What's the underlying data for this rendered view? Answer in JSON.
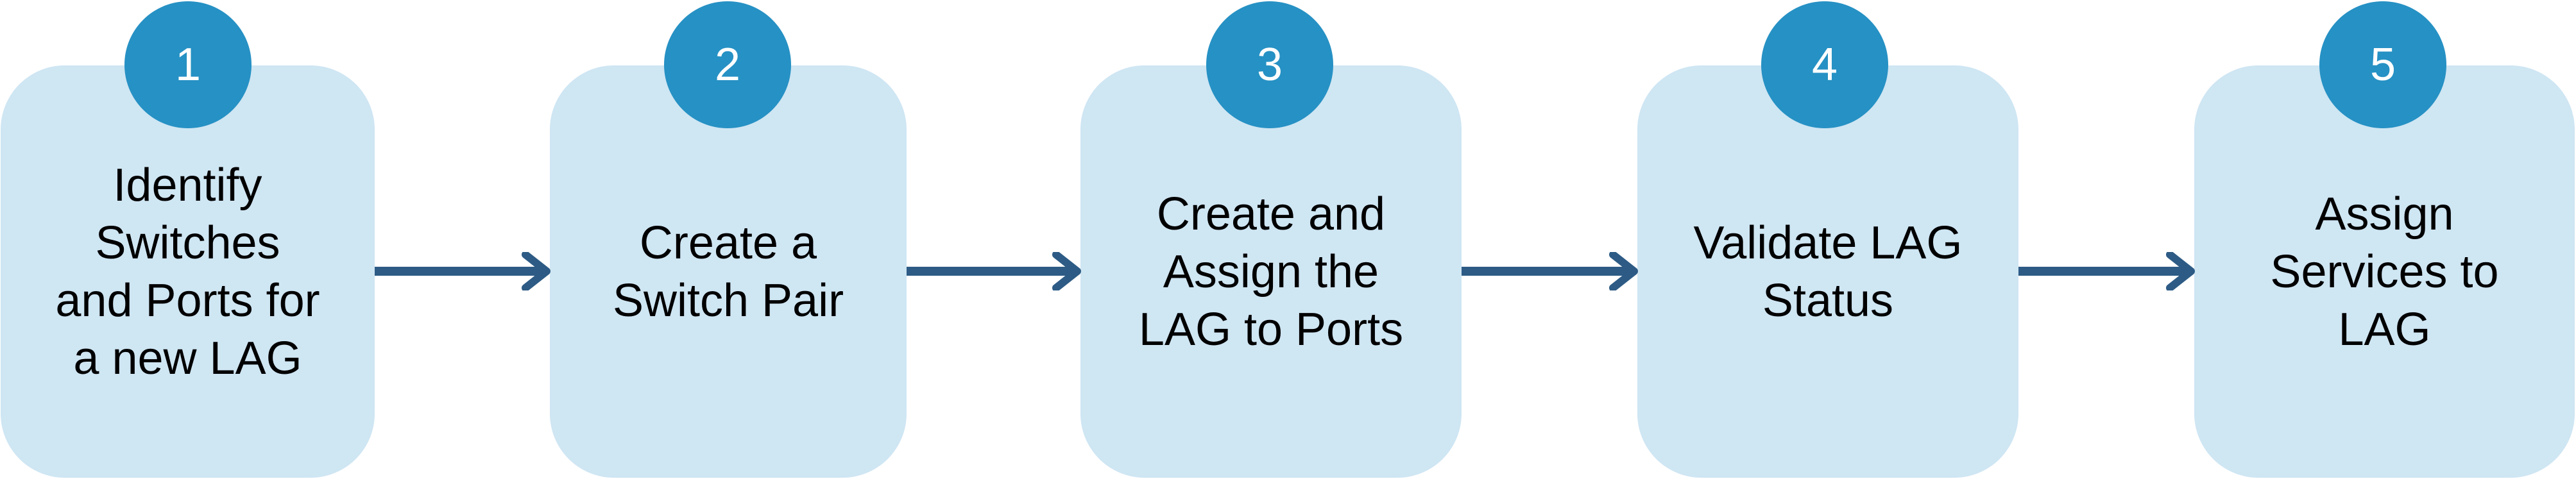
{
  "colors": {
    "box": "#cfe6f3",
    "badge": "#2691c4",
    "arrow": "#2d5b85"
  },
  "steps": [
    {
      "number": "1",
      "label": "Identify\nSwitches\nand Ports for\na new LAG"
    },
    {
      "number": "2",
      "label": "Create a\nSwitch Pair"
    },
    {
      "number": "3",
      "label": "Create and\nAssign the\nLAG to Ports"
    },
    {
      "number": "4",
      "label": "Validate LAG\nStatus"
    },
    {
      "number": "5",
      "label": "Assign\nServices to\nLAG"
    }
  ]
}
